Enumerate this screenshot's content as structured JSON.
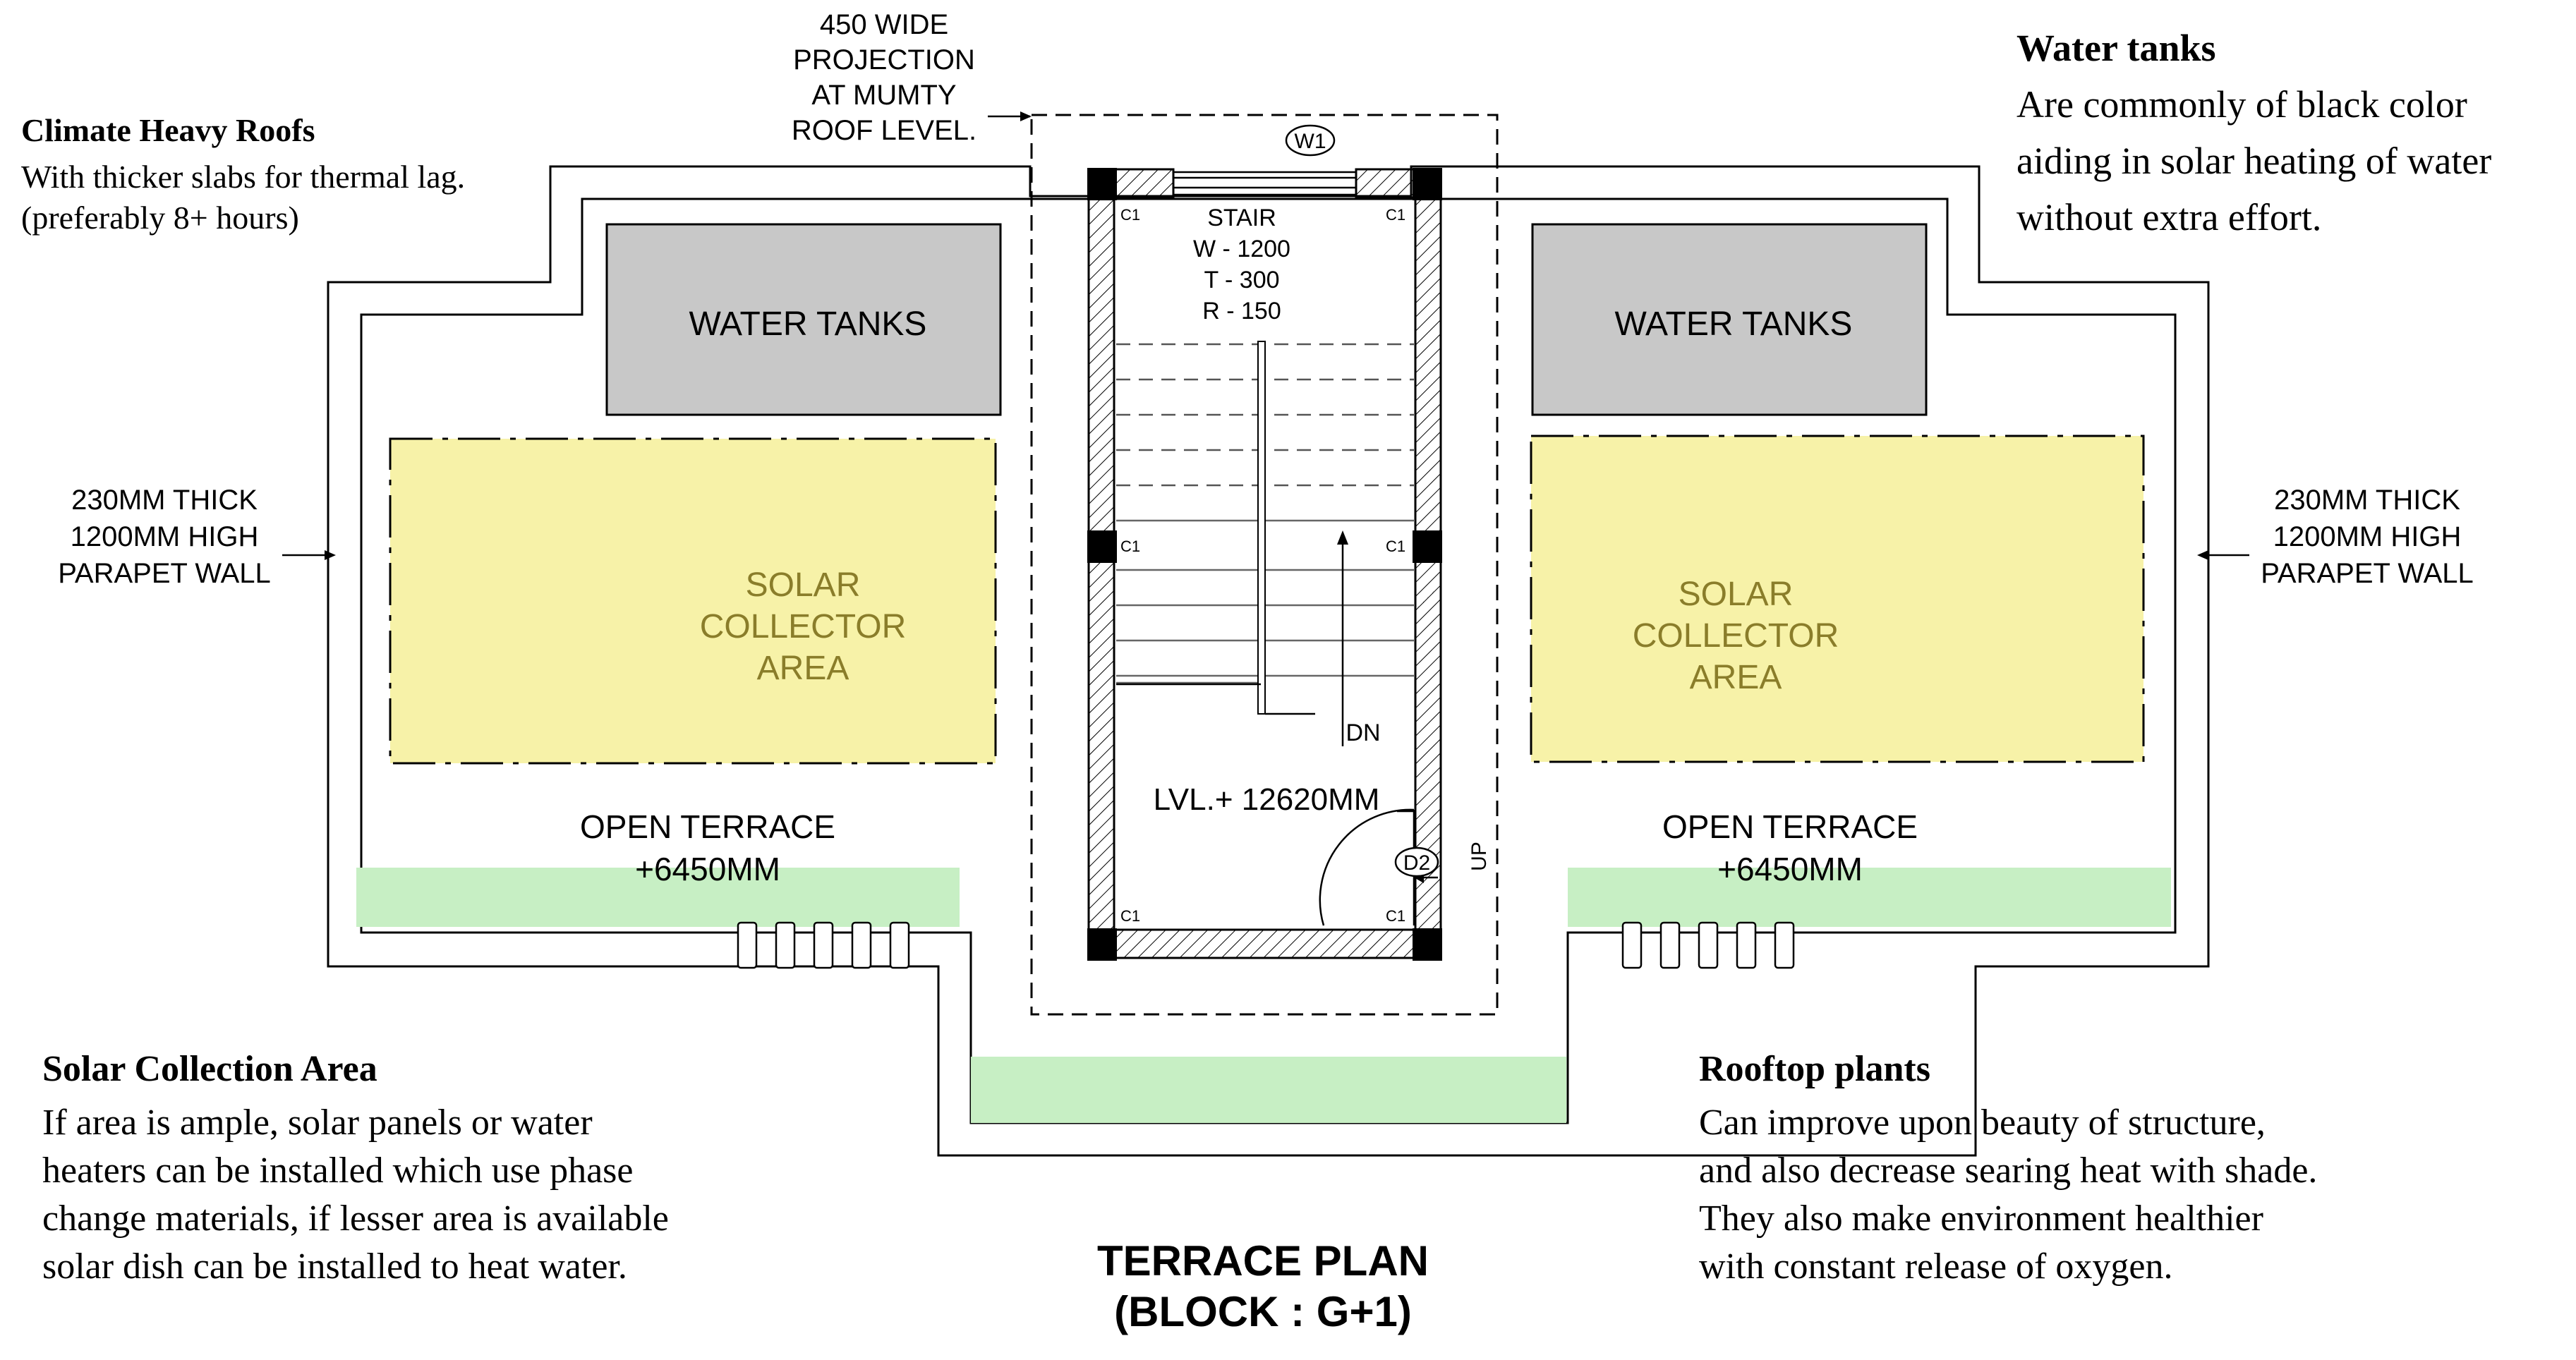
{
  "title": {
    "line1": "TERRACE PLAN",
    "line2": "(BLOCK : G+1)"
  },
  "notes": {
    "climate_roofs": {
      "heading": "Climate Heavy Roofs",
      "lines": [
        "With thicker slabs for thermal lag.",
        "(preferably 8+ hours)"
      ]
    },
    "water_tanks": {
      "heading": "Water tanks",
      "lines": [
        "Are commonly of black color",
        "aiding in solar heating of water",
        "without extra effort."
      ]
    },
    "solar_collection": {
      "heading": "Solar Collection Area",
      "lines": [
        "If area is ample, solar panels or water",
        "heaters can be installed which use phase",
        "change materials, if lesser area is available",
        "solar dish can be installed to heat water."
      ]
    },
    "rooftop_plants": {
      "heading": "Rooftop plants",
      "lines": [
        "Can improve upon beauty of structure,",
        "and also decrease searing heat with shade.",
        "They also make environment healthier",
        "with constant release of oxygen."
      ]
    }
  },
  "annotations": {
    "projection": [
      "450 WIDE",
      "PROJECTION",
      "AT MUMTY",
      "ROOF LEVEL."
    ],
    "parapet_left": [
      "230MM THICK",
      "1200MM HIGH",
      "PARAPET WALL"
    ],
    "parapet_right": [
      "230MM THICK",
      "1200MM HIGH",
      "PARAPET WALL"
    ]
  },
  "rooms": {
    "water_tanks_left": "WATER TANKS",
    "water_tanks_right": "WATER TANKS",
    "solar_left": [
      "SOLAR",
      "COLLECTOR",
      "AREA"
    ],
    "solar_right": [
      "SOLAR",
      "COLLECTOR",
      "AREA"
    ],
    "terrace_left": [
      "OPEN TERRACE",
      "+6450MM"
    ],
    "terrace_right": [
      "OPEN TERRACE",
      "+6450MM"
    ]
  },
  "stair": {
    "label": "STAIR",
    "specs": [
      "W - 1200",
      "T - 300",
      "R - 150"
    ],
    "level": "LVL.+ 12620MM",
    "dn": "DN",
    "up": "UP",
    "window_tag": "W1",
    "door_tag": "D2",
    "column_tag": "C1"
  },
  "colors": {
    "water_tank_fill": "#c8c8c8",
    "solar_fill": "#f7f2a8",
    "plant_fill": "#c7efc4",
    "solar_text": "#8a7d2a"
  }
}
